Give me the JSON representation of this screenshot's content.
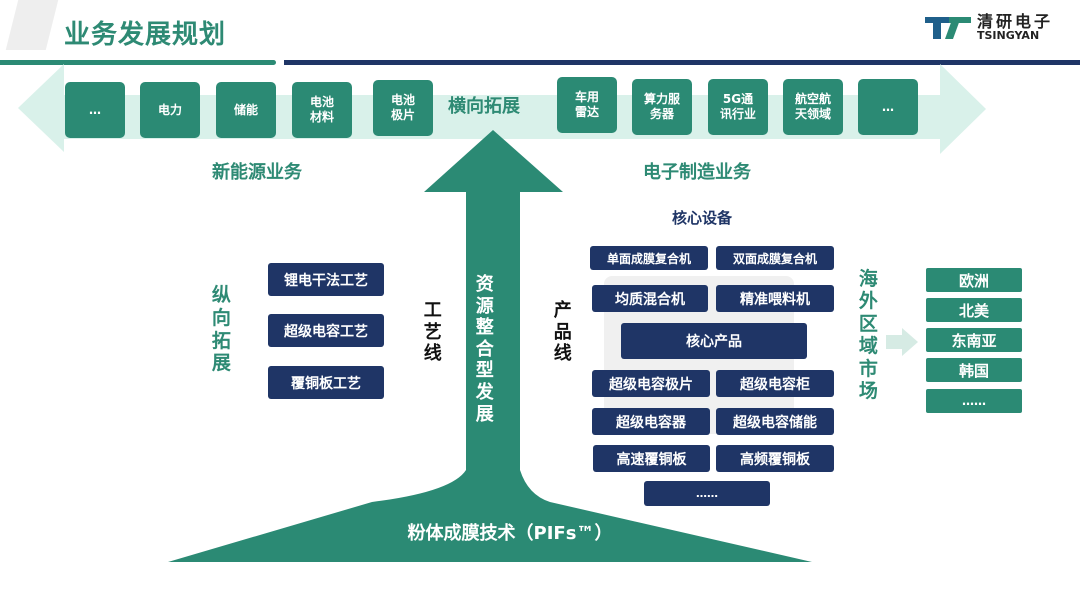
{
  "header": {
    "title": "业务发展规划",
    "logo": {
      "cn": "清研电子",
      "en": "TSINGYAN",
      "mark": "°"
    }
  },
  "colors": {
    "green": "#2b8a74",
    "light_green": "#d9f1ea",
    "navy": "#1f3566",
    "gray_panel": "#f0f0f0"
  },
  "horizontal": {
    "label": "横向拓展",
    "new_energy": {
      "label": "新能源业务",
      "items": [
        "…",
        "电力",
        "储能",
        "电池\n材料",
        "电池\n极片"
      ]
    },
    "electronics": {
      "label": "电子制造业务",
      "items": [
        "车用\n雷达",
        "算力服\n务器",
        "5G通\n讯行业",
        "航空航\n天领域",
        "…"
      ]
    }
  },
  "vertical": {
    "label": "纵向拓展",
    "process_line": {
      "label": "工艺线",
      "items": [
        "锂电干法工艺",
        "超级电容工艺",
        "覆铜板工艺"
      ]
    }
  },
  "center_arrow": {
    "label": "资源整合型发展",
    "base": "粉体成膜技术（PIFs™）"
  },
  "product_line": {
    "label": "产品线",
    "equipment_title": "核心设备",
    "equipment": [
      "单面成膜复合机",
      "双面成膜复合机",
      "均质混合机",
      "精准喂料机"
    ],
    "core_products_label": "核心产品",
    "products": [
      "超级电容极片",
      "超级电容柜",
      "超级电容器",
      "超级电容储能",
      "高速覆铜板",
      "高频覆铜板"
    ],
    "more": "……"
  },
  "overseas": {
    "label": "海外区域市场",
    "regions": [
      "欧洲",
      "北美",
      "东南亚",
      "韩国",
      "……"
    ]
  }
}
